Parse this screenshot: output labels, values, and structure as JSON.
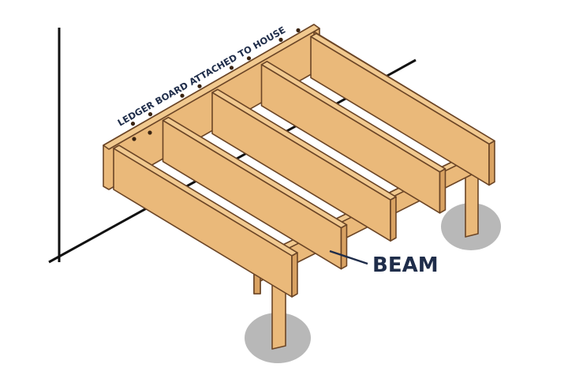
{
  "labels": {
    "ledger": "LEDGER BOARD ATTACHED TO HOUSE",
    "beam": "BEAM"
  },
  "colors": {
    "wood": "#eab97a",
    "wood_dark": "#d9a262",
    "outline": "#6b4526",
    "footing": "#b8b8b8",
    "text": "#1f2d4a"
  },
  "joist_count": 5
}
